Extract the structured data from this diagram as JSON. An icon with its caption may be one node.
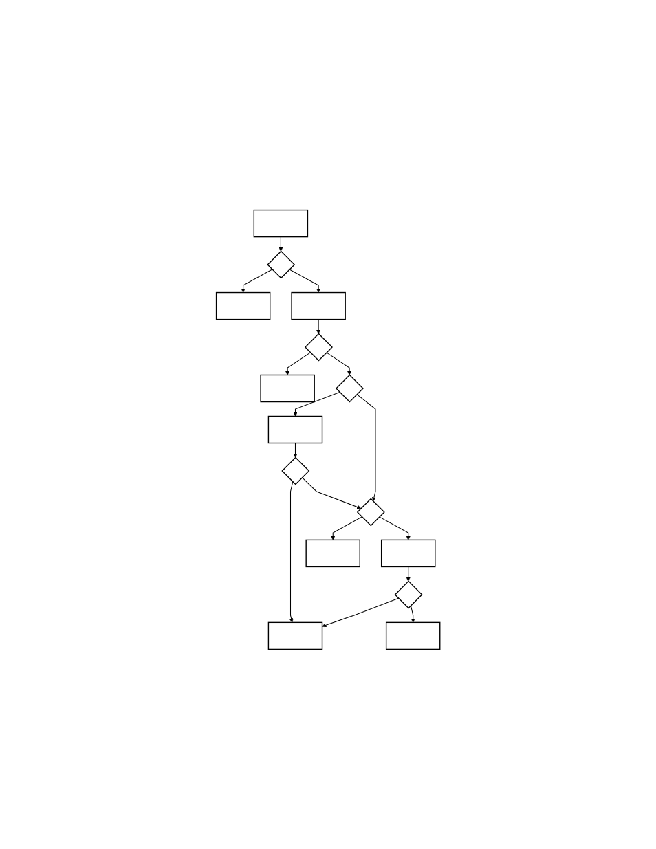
{
  "diagram": {
    "nodes": [
      {
        "text": [],
        "shape": "box"
      },
      {
        "text": [],
        "shape": "diamond"
      },
      {
        "text": [],
        "shape": "box"
      },
      {
        "text": [],
        "shape": "box"
      },
      {
        "text": [],
        "shape": "diamond"
      },
      {
        "text": [],
        "shape": "box"
      },
      {
        "text": [],
        "shape": "diamond"
      },
      {
        "text": [],
        "shape": "diamond"
      },
      {
        "text": [],
        "shape": "box"
      },
      {
        "text": [],
        "shape": "box"
      },
      {
        "text": [],
        "shape": "box"
      },
      {
        "text": [],
        "shape": "diamond"
      },
      {
        "text": [],
        "shape": "diamond"
      },
      {
        "text": [],
        "shape": "box"
      },
      {
        "text": [],
        "shape": "box"
      }
    ],
    "edges": [
      {
        "from": 0,
        "to": 1,
        "arrow": "to"
      },
      {
        "from": 1,
        "to": 2,
        "arrow": "to"
      },
      {
        "from": 1,
        "to": 3,
        "arrow": "to"
      },
      {
        "from": 3,
        "to": 4,
        "arrow": "to"
      },
      {
        "from": 4,
        "to": 5,
        "arrow": "to"
      },
      {
        "from": 4,
        "to": 6,
        "arrow": "to"
      },
      {
        "from": 6,
        "to": 9,
        "arrow": "to"
      },
      {
        "from": 6,
        "to": 7,
        "arrow": "to"
      },
      {
        "from": 9,
        "to": 11,
        "arrow": "to"
      },
      {
        "from": 11,
        "to": 14,
        "arrow": "to"
      },
      {
        "from": 11,
        "to": 7,
        "arrow": "to"
      },
      {
        "from": 7,
        "to": 8,
        "arrow": "to"
      },
      {
        "from": 7,
        "to": 10,
        "arrow": "to"
      },
      {
        "from": 10,
        "to": 12,
        "arrow": "to"
      },
      {
        "from": 12,
        "to": 14,
        "arrow": "to"
      },
      {
        "from": 12,
        "to": 13,
        "arrow": "to"
      }
    ]
  }
}
